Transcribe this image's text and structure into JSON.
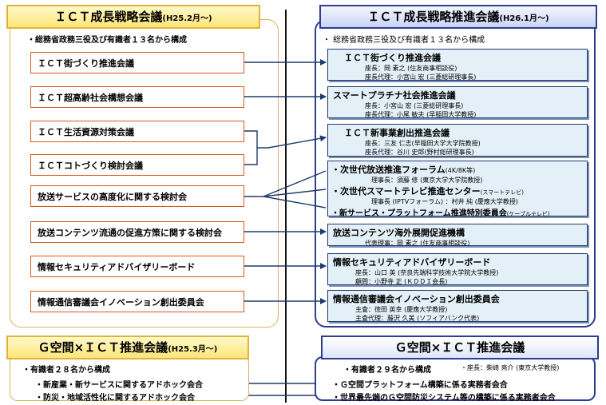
{
  "left_header": {
    "title": "ＩＣＴ成長戦略会議",
    "date": "(H25.2月〜)",
    "note": "・総務省政務三役及び有識者１３名から構成"
  },
  "right_header": {
    "title": "ＩＣＴ成長戦略推進会議",
    "date": "(H26.1月〜)",
    "note": "・ 総務省政務三役及び有識者１３名から構成"
  },
  "left_items": [
    "ＩＣＴ街づくり推進会議",
    "ＩＣＴ超高齢社会構想会議",
    "ＩＣＴ生活資源対策会議",
    "ＩＣＴコトづくり検討会議",
    "放送サービスの高度化に関する検討会",
    "放送コンテンツ流通の促進方策に関する検討会",
    "情報セキュリティアドバイザリーボード",
    "情報通信審議会イノベーション創出委員会"
  ],
  "right_items": {
    "machi": {
      "title": "ＩＣＴ街づくり推進会議",
      "lines": [
        "座長：岡 素之 (住友商事相談役)",
        "座長代理：小宮山 宏 (三菱総研理事長)"
      ]
    },
    "platinum": {
      "title": "スマートプラチナ社会推進会議",
      "lines": [
        "座長：小宮山 宏 (三菱総研理事長)",
        "座長代理：小尾 敏夫 (早稲田大学教授)"
      ]
    },
    "shinjigyo": {
      "title": "ＩＣＴ新事業創出推進会議",
      "lines": [
        "座長：三友 仁志(早稲田大学大学院教授)",
        "座長代理：谷川 史郎(野村総研理事長)"
      ]
    },
    "broadcast": {
      "f1": {
        "title": "・次世代放送推進フォーラム",
        "suffix": "(4K/8K等)",
        "line": "理事長：須藤 修 (東京大学大学院教授)"
      },
      "f2": {
        "title": "・次世代スマートテレビ推進センター",
        "suffix": "(スマートテレビ)",
        "line": "理事長 (IPTVフォーラム) ：村井 純 (慶應大学教授)"
      },
      "f3": {
        "title": "・新サービス・プラットフォーム推進特別委員会",
        "suffix": "(ケーブルテレビ)"
      }
    },
    "kaigai": {
      "title": "放送コンテンツ海外展開促進機構",
      "lines": [
        "代表理事：岡 素之 (住友商事相談役)"
      ]
    },
    "security": {
      "title": "情報セキュリティアドバイザリーボード",
      "lines": [
        "座長：山口 英 (奈良先端科学技術大学院大学教授)",
        "顧問：小野寺 正 (ＫＤＤＩ会長)"
      ]
    },
    "innovation": {
      "title": "情報通信審議会イノベーション創出委員会",
      "lines": [
        "主査：徳田 英幸 (慶應大学教授)",
        "主査代理：藤沢 久美 (ソフィアバンク代表)"
      ]
    }
  },
  "bottom_left": {
    "title": "Ｇ空間×ＩＣＴ推進会議",
    "date": "(H25.3月〜)",
    "note": "・有識者２８名から構成",
    "bullets": [
      "・新産業・新サービスに関するアドホック会合",
      "・防災・地域活性化に関するアドホック会合"
    ]
  },
  "bottom_right": {
    "title": "Ｇ空間×ＩＣＴ推進会議",
    "note": "・有識者２９名から構成",
    "chair": "・座長：柴崎 亮介 (東京大学教授)",
    "bullets": [
      "・Ｇ空間プラットフォーム構築に係る実務者会合",
      "・世界最先端のＧ空間防災システム等の構築に係る実務者会合"
    ]
  },
  "colors": {
    "left_accent": "#d65a1a",
    "left_header_fill": "#fde57a",
    "right_accent": "#1f3b6e",
    "right_box_fill": "#e4f0f8"
  }
}
